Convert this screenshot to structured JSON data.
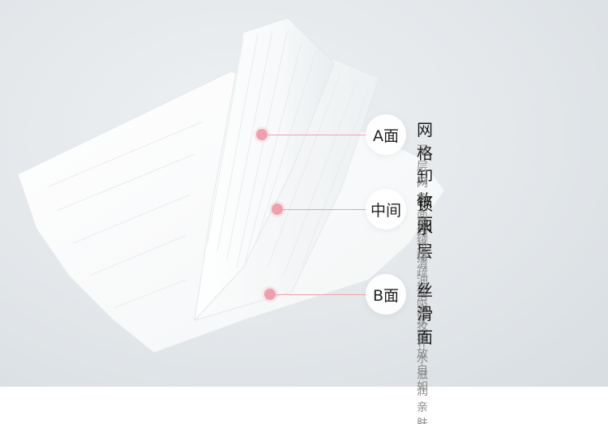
{
  "layers": [
    {
      "badge": "A面",
      "title": "网格卸妆面",
      "desc": "深层网格面卸妆清油洁面"
    },
    {
      "badge": "中间",
      "title": "锁水层",
      "desc": "长绒精疏棉吸水释放自如"
    },
    {
      "badge": "B面",
      "title": "丝滑面",
      "desc": "上妆补水滋润亲肤"
    }
  ],
  "colors": {
    "accent": "#f0a0ad",
    "background": "#e3e7ea",
    "title": "#1a1a1a",
    "desc": "#8a8a8a"
  }
}
